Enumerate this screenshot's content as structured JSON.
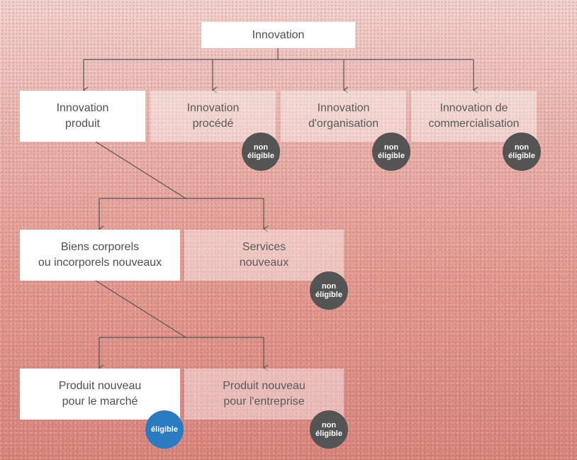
{
  "diagram": {
    "root": {
      "label": "Innovation"
    },
    "level1": [
      {
        "label": "Innovation\nproduit"
      },
      {
        "label": "Innovation\nprocédé",
        "badge": "non\néligible"
      },
      {
        "label": "Innovation\nd'organisation",
        "badge": "non\néligible"
      },
      {
        "label": "Innovation de\ncommercialisation",
        "badge": "non\néligible"
      }
    ],
    "level2": [
      {
        "label": "Biens corporels\nou incorporels nouveaux"
      },
      {
        "label": "Services\nnouveaux",
        "badge": "non\néligible"
      }
    ],
    "level3": [
      {
        "label": "Produit nouveau\npour le marché",
        "badge": "éligible"
      },
      {
        "label": "Produit nouveau\npour l'entreprise",
        "badge": "non\néligible"
      }
    ]
  },
  "colors": {
    "badge_not_eligible": "#545454",
    "badge_eligible": "#2b7bc3",
    "connector": "#555555"
  }
}
